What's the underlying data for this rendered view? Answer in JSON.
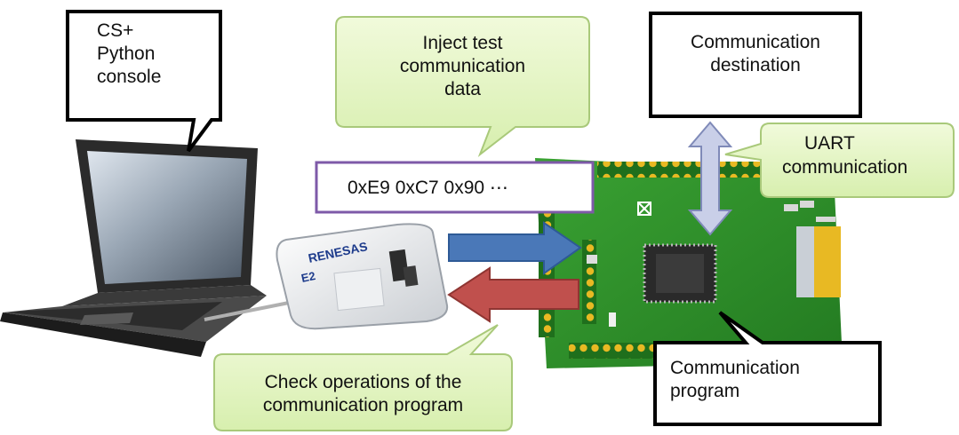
{
  "callouts": {
    "console": {
      "lines": [
        "CS+",
        "Python",
        "console"
      ]
    },
    "inject": {
      "lines": [
        "Inject test",
        "communication",
        "data"
      ]
    },
    "destination": {
      "lines": [
        "Communication",
        "destination"
      ]
    },
    "uart": {
      "lines": [
        "UART",
        "communication"
      ]
    },
    "program": {
      "lines": [
        "Communication",
        "program"
      ]
    },
    "check": {
      "lines": [
        "Check operations of the",
        "communication program"
      ]
    }
  },
  "data_bytes": "0xE9 0xC7 0x90 ⋯",
  "emulator": {
    "brand": "RENESAS",
    "model": "E2"
  },
  "colors": {
    "callout_green": "#e6f7c4",
    "callout_green_border": "#a9c97a",
    "data_box_border": "#7e5aa8",
    "arrow_blue": "#4a78b8",
    "arrow_red": "#c0504d",
    "uart_arrow": "#c9cfe8",
    "board_green": "#2f8f2a",
    "pin_gold": "#e8b923"
  }
}
